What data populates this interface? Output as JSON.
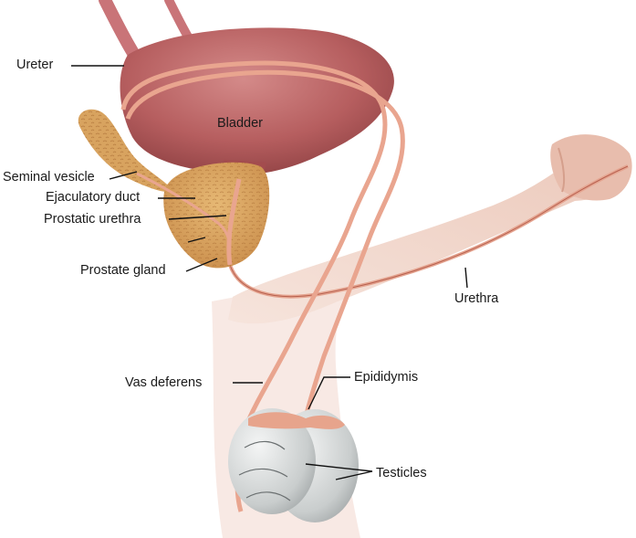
{
  "labels": {
    "ureter": "Ureter",
    "bladder": "Bladder",
    "seminal_vesicle": "Seminal vesicle",
    "ejaculatory_duct": "Ejaculatory duct",
    "prostatic_urethra": "Prostatic urethra",
    "prostate_gland": "Prostate gland",
    "urethra": "Urethra",
    "vas_deferens": "Vas deferens",
    "epididymis": "Epididymis",
    "testicles": "Testicles"
  },
  "colors": {
    "bladder": "#b45a5c",
    "skin": "#f3d7cc",
    "duct": "#e9a58f",
    "prostate": "#d7a15c",
    "testicle": "#d8dcdc",
    "epididymis": "#e7a48c"
  }
}
